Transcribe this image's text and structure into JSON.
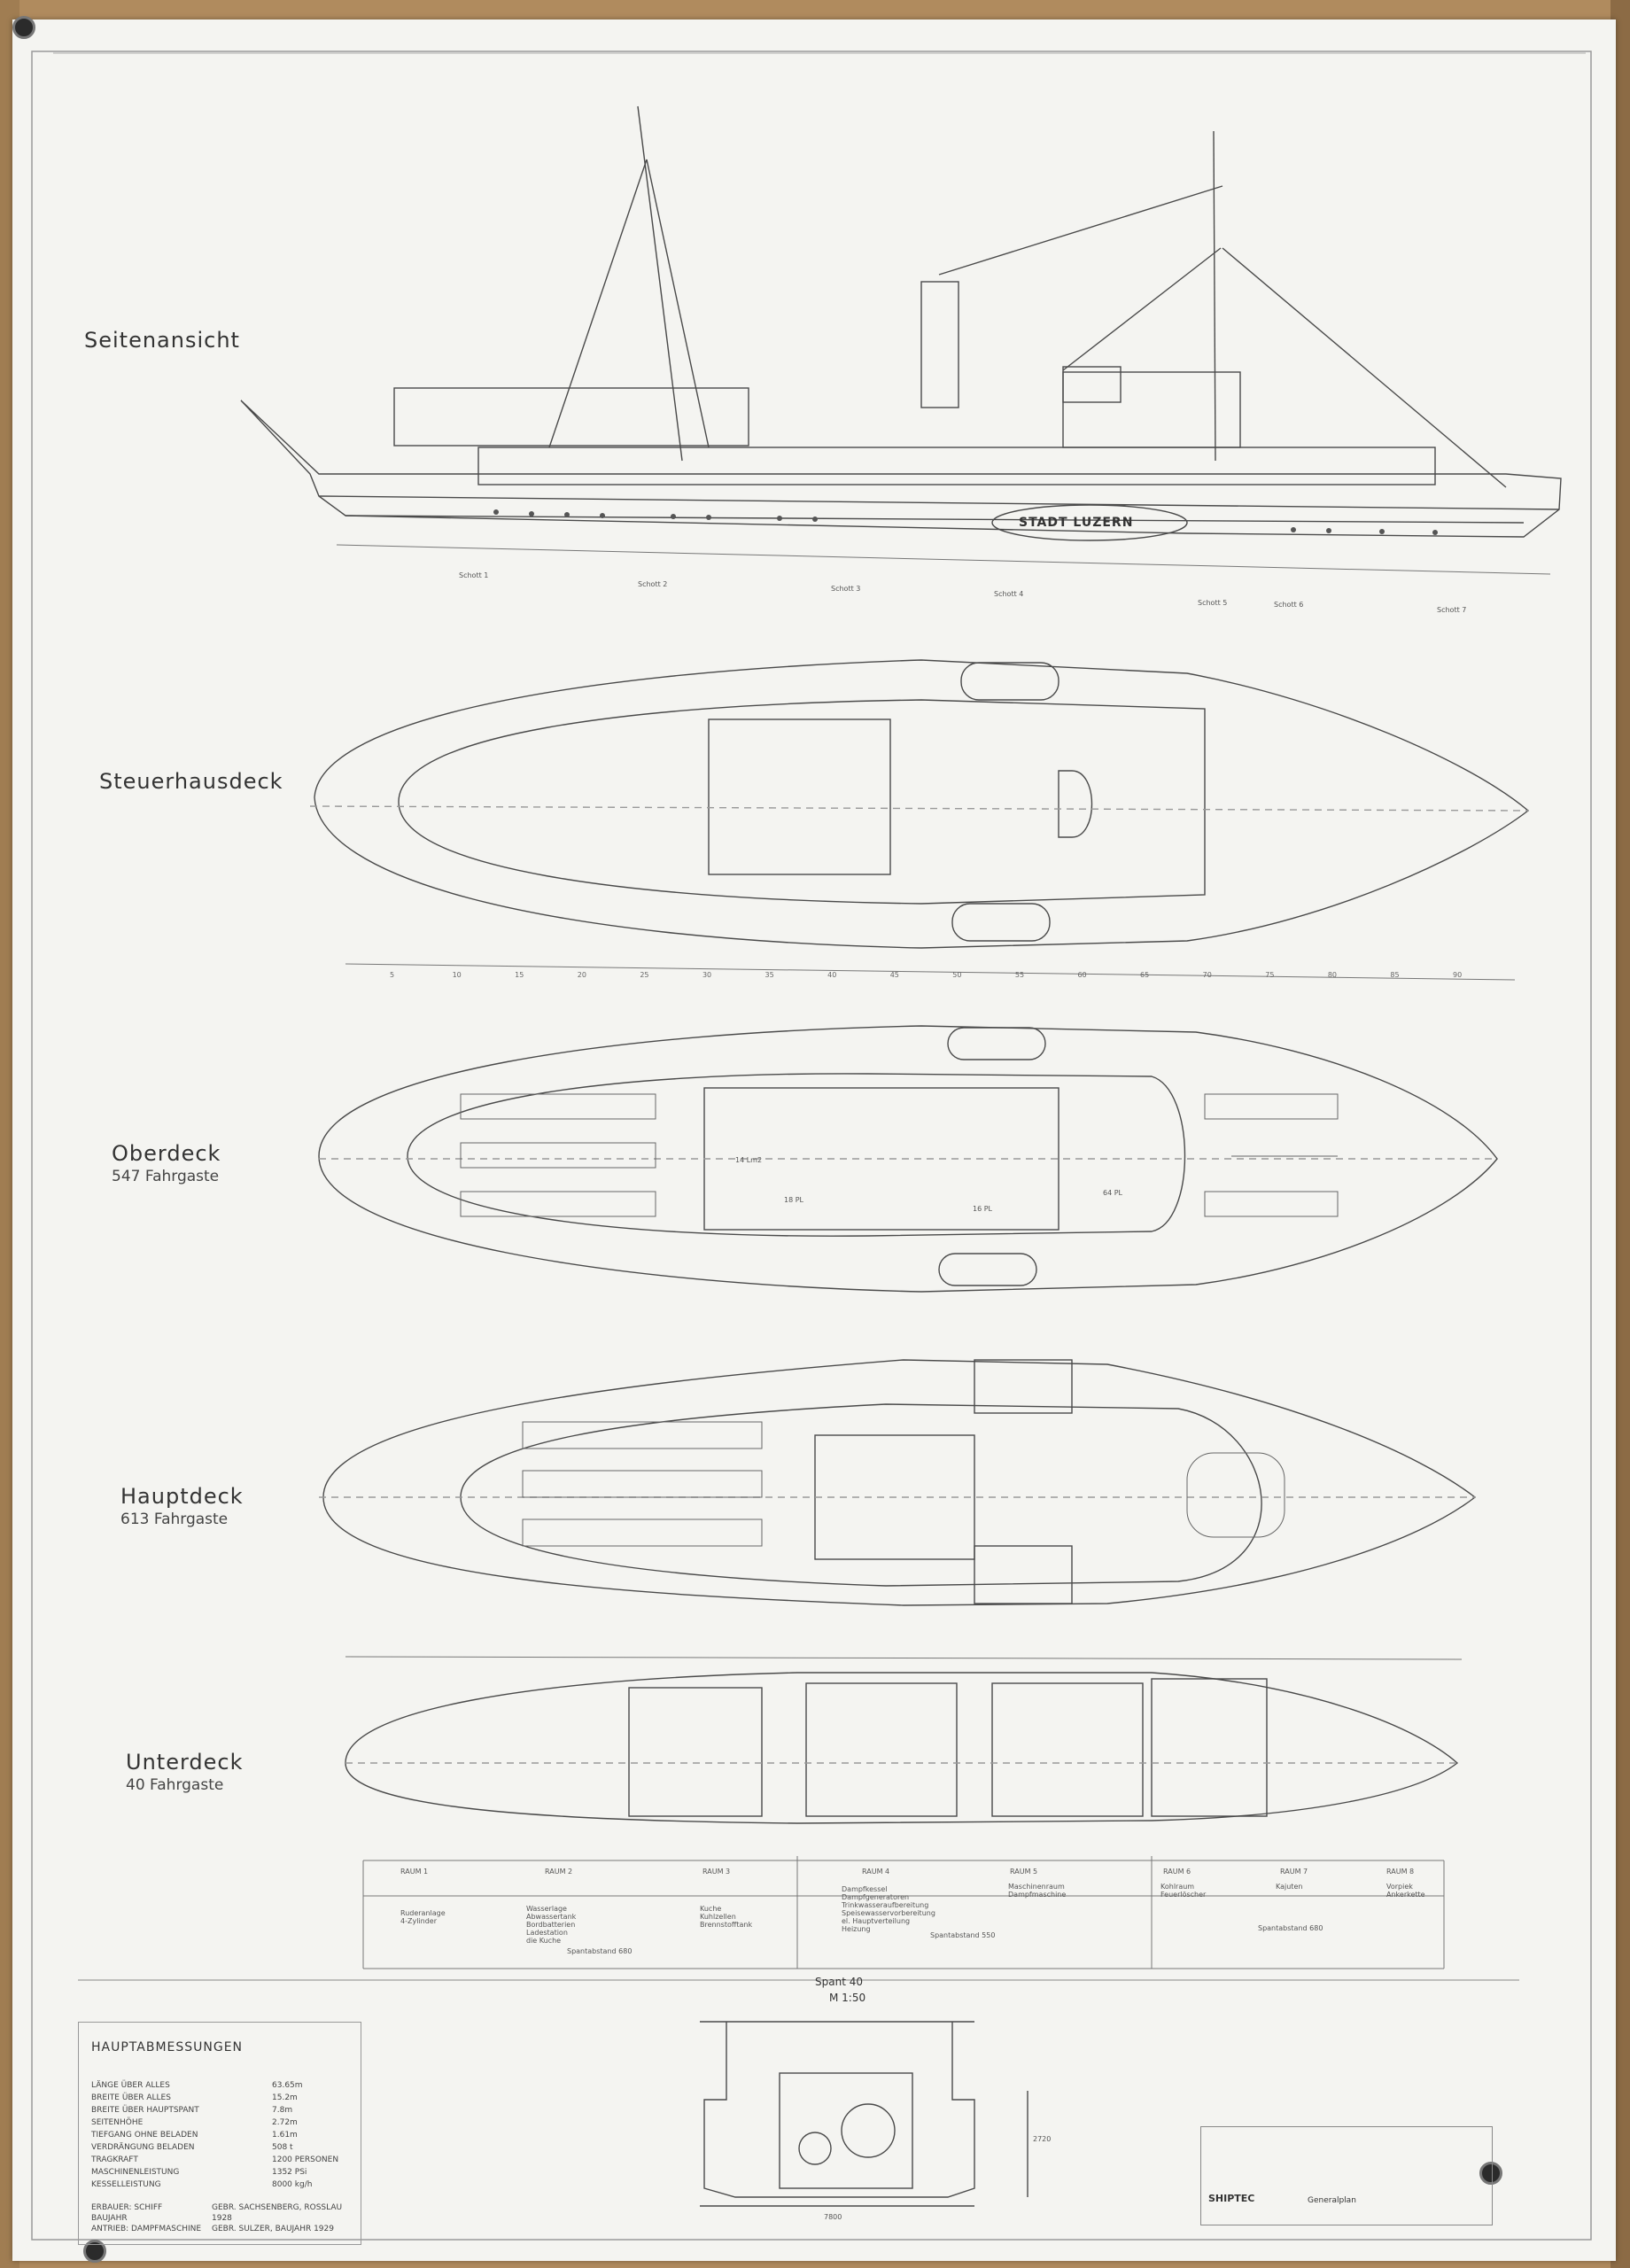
{
  "views": {
    "side": "Seitenansicht",
    "wheelhouse": "Steuerhausdeck",
    "upper": "Oberdeck",
    "upper_cap": "547 Fahrgaste",
    "main": "Hauptdeck",
    "main_cap": "613 Fahrgaste",
    "lower": "Unterdeck",
    "lower_cap": "40 Fahrgaste"
  },
  "ship_name": "STADT LUZERN",
  "bulkheads": [
    "Schott 1",
    "Schott 2",
    "Schott 3",
    "Schott 4",
    "Schott 5",
    "Schott 6",
    "Schott 7"
  ],
  "frame_labels": [
    "5",
    "10",
    "15",
    "20",
    "25",
    "30",
    "35",
    "40",
    "45",
    "50",
    "55",
    "60",
    "65",
    "70",
    "75",
    "80",
    "85",
    "90"
  ],
  "upper_deck_notes": {
    "area": "14 Lm2",
    "seats_a": "18 PL",
    "seats_b": "16 PL",
    "seats_c": "64 PL"
  },
  "rooms": [
    {
      "name": "RAUM 1",
      "content": "Ruderanlage\n4-Zylinder"
    },
    {
      "name": "RAUM 2",
      "content": "Wasserlage\nAbwassertank\nBordbatterien\nLadestation\ndie Kuche"
    },
    {
      "name": "RAUM 3",
      "content": "Kuche\nKuhlzellen\nBrennstofftank"
    },
    {
      "name": "RAUM 4",
      "content": "Dampfkessel\nDampfgeneratoren\nTrinkwasseraufbereitung\nSpeisewasservorbereitung\nel. Hauptverteilung\nHeizung"
    },
    {
      "name": "RAUM 5",
      "content": "Maschinenraum\nDampfmaschine"
    },
    {
      "name": "RAUM 6",
      "content": "Kohlraum\nFeuerlöscher"
    },
    {
      "name": "RAUM 7",
      "content": "Kajuten"
    },
    {
      "name": "RAUM 8",
      "content": "Vorpiek\nAnkerkette"
    }
  ],
  "spacing_labels": [
    "Spantabstand 680",
    "Spantabstand 550",
    "Spantabstand 680"
  ],
  "section": {
    "title": "Spant 40",
    "scale": "M 1:50",
    "width": "7800",
    "depth": "2720"
  },
  "dimensions": {
    "title": "HAUPTABMESSUNGEN",
    "rows": [
      {
        "label": "LÄNGE ÜBER ALLES",
        "value": "63.65m"
      },
      {
        "label": "BREITE ÜBER ALLES",
        "value": "15.2m"
      },
      {
        "label": "BREITE ÜBER HAUPTSPANT",
        "value": "7.8m"
      },
      {
        "label": "SEITENHÖHE",
        "value": "2.72m"
      },
      {
        "label": "TIEFGANG OHNE BELADEN",
        "value": "1.61m"
      },
      {
        "label": "VERDRÄNGUNG BELADEN",
        "value": "508 t"
      },
      {
        "label": "TRAGKRAFT",
        "value": "1200 PERSONEN"
      },
      {
        "label": "MASCHINENLEISTUNG",
        "value": "1352 PSi"
      },
      {
        "label": "KESSELLEISTUNG",
        "value": "8000 kg/h"
      }
    ],
    "builder_label": "ERBAUER: SCHIFF",
    "builder_value": "GEBR. SACHSENBERG, ROSSLAU",
    "built_label": "BAUJAHR",
    "built_value": "1928",
    "engine_label": "ANTRIEB: DAMPFMASCHINE",
    "engine_value": "GEBR. SULZER, BAUJAHR 1929"
  },
  "title_block": {
    "logo": "SHIPTEC",
    "drawing": "Generalplan"
  }
}
